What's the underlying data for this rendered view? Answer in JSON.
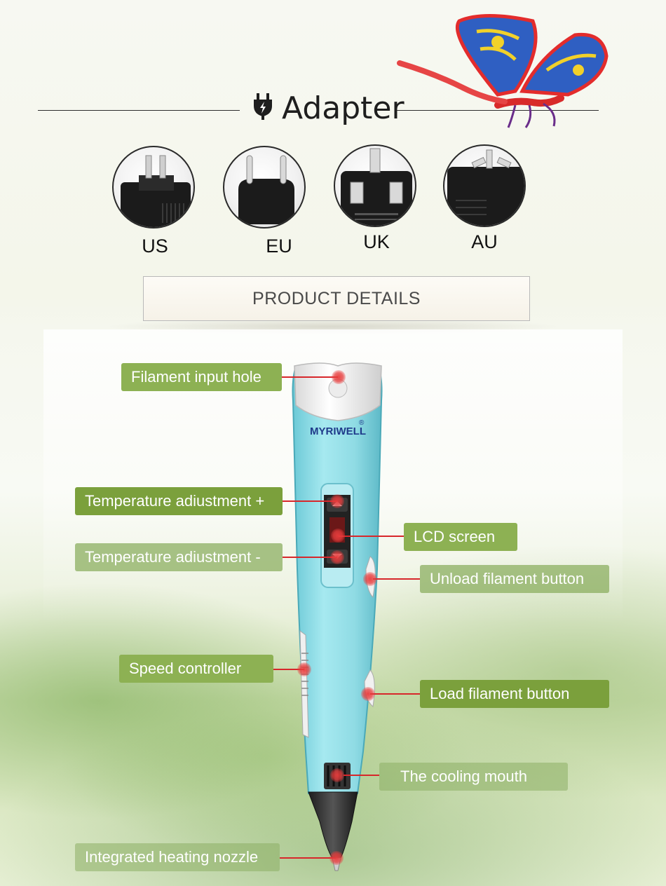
{
  "header": {
    "title": "Adapter",
    "icon": "plug-lightning-icon"
  },
  "adapters": [
    {
      "label": "US",
      "icon": "us-plug-icon"
    },
    {
      "label": "EU",
      "icon": "eu-plug-icon"
    },
    {
      "label": "UK",
      "icon": "uk-plug-icon"
    },
    {
      "label": "AU",
      "icon": "au-plug-icon"
    }
  ],
  "product_details": {
    "label": "PRODUCT DETAILS"
  },
  "pen": {
    "brand": "MYRIWELL",
    "brand_mark": "®"
  },
  "callouts": {
    "filament_input_hole": "Filament input hole",
    "temp_plus": "Temperature adiustment +",
    "lcd_screen": "LCD screen",
    "temp_minus": "Temperature adiustment -",
    "unload_button": "Unload filament button",
    "speed_controller": "Speed controller",
    "load_button": "Load filament button",
    "cooling_mouth": "The cooling mouth",
    "heating_nozzle": "Integrated heating nozzle"
  },
  "colors": {
    "accent_green": "#7ba03c",
    "pen_body": "#8fdbe4",
    "marker_red": "#d7272b"
  }
}
